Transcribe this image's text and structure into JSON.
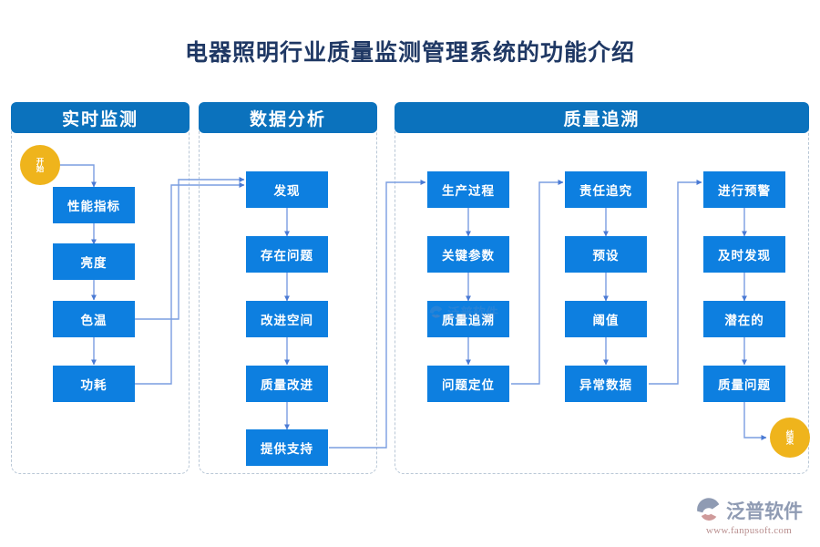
{
  "title": "电器照明行业质量监测管理系统的功能介绍",
  "colors": {
    "node_blue": "#0d7fe0",
    "header_blue": "#0b72bd",
    "terminal_gold": "#efb41c",
    "title_navy": "#1f3864",
    "connector_blue": "#7a9de0",
    "dashed_border": "#b9c7d6"
  },
  "terminals": {
    "start": "开始",
    "end": "结束"
  },
  "groups": [
    {
      "id": "realtime-monitoring",
      "header": "实时监测",
      "columns": [
        {
          "id": "col-monitoring",
          "nodes": [
            "性能指标",
            "亮度",
            "色温",
            "功耗"
          ]
        }
      ]
    },
    {
      "id": "data-analysis",
      "header": "数据分析",
      "columns": [
        {
          "id": "col-analysis",
          "nodes": [
            "发现",
            "存在问题",
            "改进空间",
            "质量改进",
            "提供支持"
          ]
        }
      ]
    },
    {
      "id": "quality-traceability",
      "header": "质量追溯",
      "columns": [
        {
          "id": "col-production",
          "nodes": [
            "生产过程",
            "关键参数",
            "质量追溯",
            "问题定位"
          ]
        },
        {
          "id": "col-accountability",
          "nodes": [
            "责任追究",
            "预设",
            "阈值",
            "异常数据"
          ]
        },
        {
          "id": "col-alert",
          "nodes": [
            "进行预警",
            "及时发现",
            "潜在的",
            "质量问题"
          ]
        }
      ]
    }
  ],
  "logo": {
    "name": "泛普软件",
    "url": "www.fanpusoft.com",
    "mark": "fanpu-swirl-icon"
  }
}
